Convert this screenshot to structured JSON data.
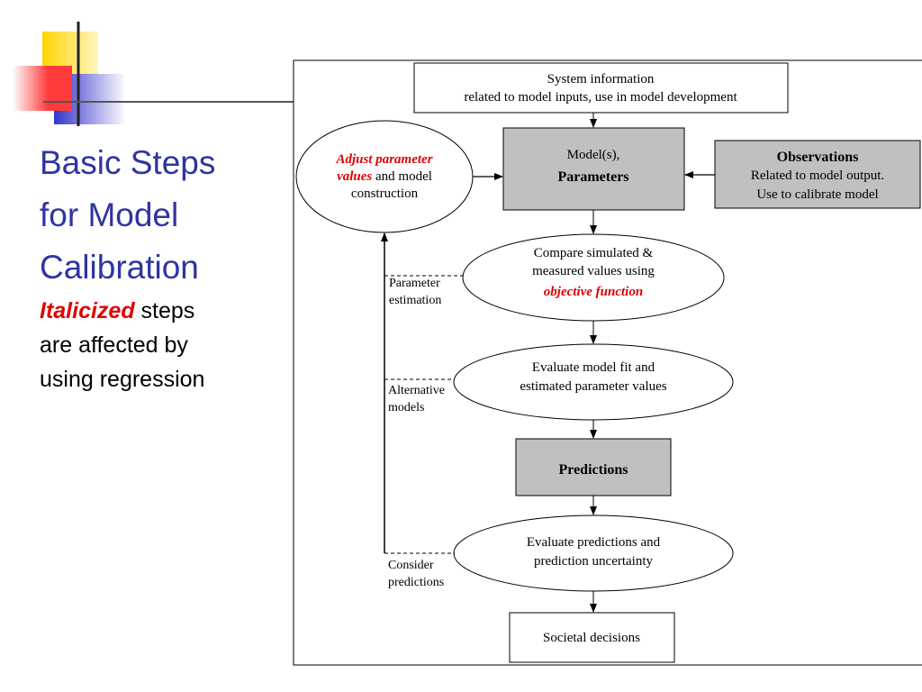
{
  "colors": {
    "title_blue": "#2e35a0",
    "accent_red": "#e00000",
    "box_gray": "#c0c0c0",
    "deco_yellow": "#ffd400",
    "deco_red": "#ff3b3b",
    "deco_blue": "#3333cc"
  },
  "slide": {
    "title_lines": [
      "Basic Steps",
      "for Model",
      "Calibration"
    ],
    "subtitle": {
      "italic_word": "Italicized",
      "rest_line1": " steps",
      "line2": "are affected by",
      "line3": "using regression"
    }
  },
  "diagram": {
    "system_info": {
      "line1": "System information",
      "line2": "related to model inputs, use in model development"
    },
    "model_box": {
      "line1": "Model(s),",
      "line2": "Parameters"
    },
    "observations": {
      "title": "Observations",
      "line1": "Related to model output.",
      "line2": "Use to calibrate model"
    },
    "adjust": {
      "italic1": "Adjust parameter",
      "italic2": "values",
      "rest2": " and model",
      "line3": "construction"
    },
    "compare": {
      "line1": "Compare simulated &",
      "line2": "measured values using",
      "italic3": "objective function"
    },
    "evaluate_fit": {
      "line1": "Evaluate model fit and",
      "line2": "estimated parameter values"
    },
    "predictions": {
      "label": "Predictions"
    },
    "evaluate_predictions": {
      "line1": "Evaluate predictions and",
      "line2": "prediction uncertainty"
    },
    "societal": {
      "label": "Societal decisions"
    },
    "side_labels": {
      "parameter_estimation": [
        "Parameter",
        "estimation"
      ],
      "alternative_models": [
        "Alternative",
        "models"
      ],
      "consider_predictions": [
        "Consider",
        "predictions"
      ]
    }
  }
}
